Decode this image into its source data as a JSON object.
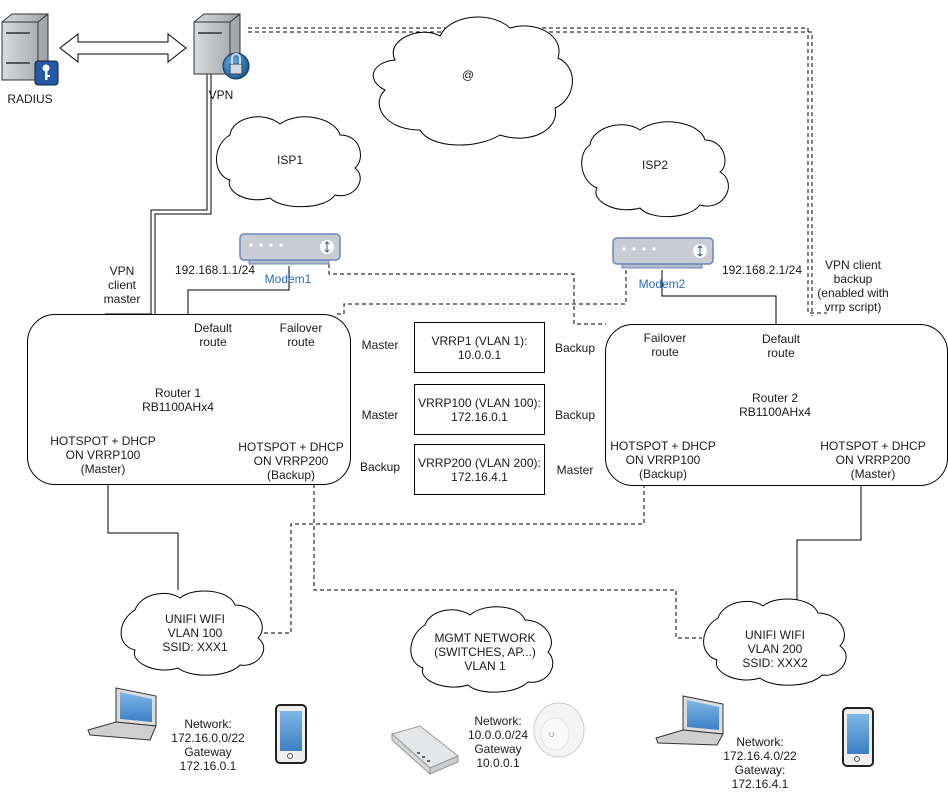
{
  "servers": {
    "radius": {
      "label": "RADIUS"
    },
    "vpn": {
      "label": "VPN"
    }
  },
  "clouds": {
    "internet": {
      "label": "@"
    },
    "isp1": {
      "label": "ISP1"
    },
    "isp2": {
      "label": "ISP2"
    },
    "wifi100": {
      "label": "UNIFI WIFI\nVLAN 100\nSSID: XXX1"
    },
    "mgmt": {
      "label": "MGMT NETWORK\n(SWITCHES, AP...)\nVLAN 1"
    },
    "wifi200": {
      "label": "UNIFI WIFI\nVLAN 200\nSSID: XXX2"
    }
  },
  "modems": {
    "modem1": {
      "label": "Modem1",
      "ip": "192.168.1.1/24"
    },
    "modem2": {
      "label": "Modem2",
      "ip": "192.168.2.1/24"
    }
  },
  "vpn_links": {
    "client_master": "VPN\nclient\nmaster",
    "client_backup": "VPN client\nbackup\n(enabled with\nvrrp script)"
  },
  "routers": {
    "router1": {
      "name": "Router 1\nRB1100AHx4",
      "default_route": "Default\nroute",
      "failover_route": "Failover\nroute",
      "hotspot_left": "HOTSPOT  + DHCP\nON VRRP100\n(Master)",
      "hotspot_right": "HOTSPOT  + DHCP\nON VRRP200\n(Backup)"
    },
    "router2": {
      "name": "Router 2\nRB1100AHx4",
      "failover_route": "Failover\nroute",
      "default_route": "Default\nroute",
      "hotspot_left": "HOTSPOT  + DHCP\nON VRRP100\n(Backup)",
      "hotspot_right": "HOTSPOT  + DHCP\nON VRRP200\n(Master)"
    }
  },
  "vrrp": [
    {
      "label": "VRRP1 (VLAN 1):\n10.0.0.1",
      "router1_role": "Master",
      "router2_role": "Backup"
    },
    {
      "label": "VRRP100 (VLAN\n100): 172.16.0.1",
      "router1_role": "Master",
      "router2_role": "Backup"
    },
    {
      "label": "VRRP200 (VLAN\n200): 172.16.4.1",
      "router1_role": "Backup",
      "router2_role": "Master"
    }
  ],
  "networks": {
    "vlan100": "Network:\n172.16.0.0/22\nGateway\n172.16.0.1",
    "vlan1": "Network:\n10.0.0.0/24\nGateway\n10.0.0.1",
    "vlan200": "Network:\n172.16.4.0/22\nGateway:\n172.16.4.1"
  },
  "colors": {
    "modem_fill": "#c8ccd4",
    "modem_stroke": "#6c87b8",
    "modem_label": "#2a6cb6",
    "device_screen": "#3b7fc4"
  }
}
